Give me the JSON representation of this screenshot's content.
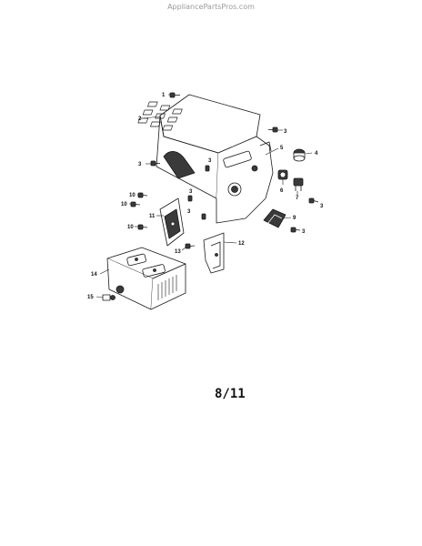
{
  "watermark": "AppliancePartsPros.com",
  "page_number": "8/11",
  "callouts": {
    "c1": "1",
    "c2": "2",
    "c3a": "3",
    "c3b": "3",
    "c3c": "3",
    "c3d": "3",
    "c3e": "3",
    "c3f": "3",
    "c3g": "3",
    "c4": "4",
    "c5": "5",
    "c6": "6",
    "c7": "7",
    "c9": "9",
    "c10a": "10",
    "c10b": "10",
    "c10c": "10",
    "c11": "11",
    "c12": "12",
    "c13": "13",
    "c14": "14",
    "c15": "15"
  },
  "colors": {
    "line": "#1a1a1a",
    "fill": "#ffffff",
    "shade": "#3a3a3a"
  }
}
